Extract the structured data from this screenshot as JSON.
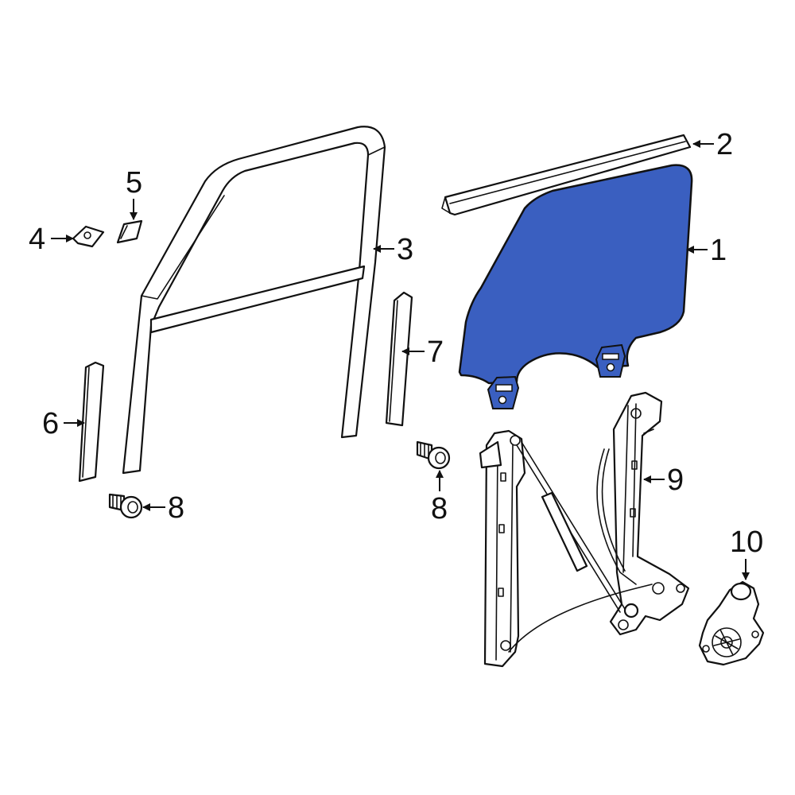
{
  "colors": {
    "highlight": "#3a5fc0",
    "line": "#111111",
    "background": "#ffffff"
  },
  "callouts": {
    "glass": "1",
    "belt_molding": "2",
    "run_channel": "3",
    "clip_4": "4",
    "clip_5": "5",
    "trim_6": "6",
    "trim_7": "7",
    "bolt_left": "8",
    "bolt_center": "8",
    "regulator": "9",
    "motor": "10"
  }
}
